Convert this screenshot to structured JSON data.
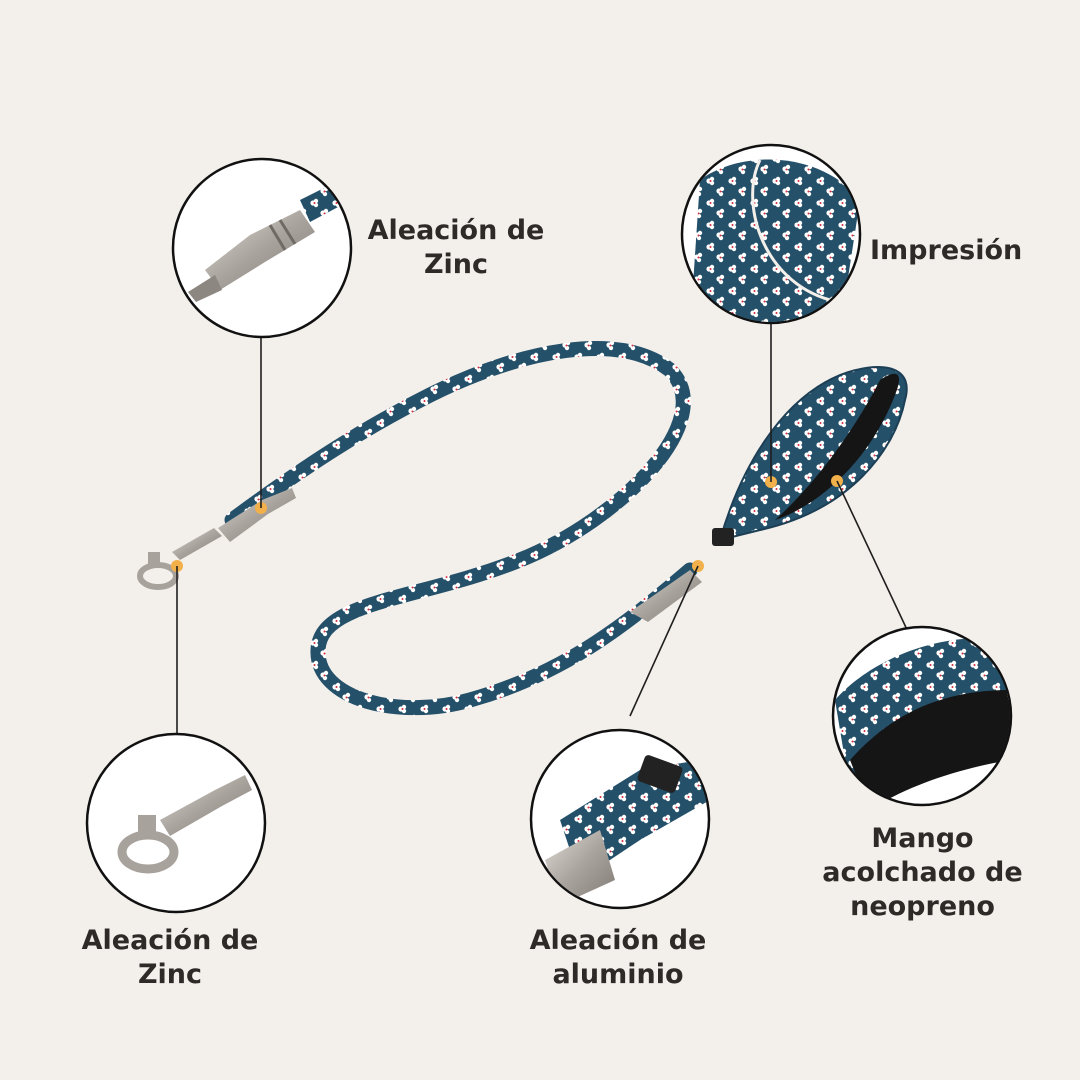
{
  "callouts": {
    "top_left": {
      "line1": "Aleación de",
      "line2": "Zinc"
    },
    "top_right": {
      "line1": "Impresión"
    },
    "bottom_left": {
      "line1": "Aleación de",
      "line2": "Zinc"
    },
    "bottom_mid": {
      "line1": "Aleación de",
      "line2": "aluminio"
    },
    "bottom_right": {
      "line1": "Mango",
      "line2": "acolchado de",
      "line3": "neopreno"
    }
  },
  "colors": {
    "background": "#f3efea",
    "leash_fabric": "#24506a",
    "flower": "#ffffff",
    "flower_center": "#d8283a",
    "metal": "#b9b3ad",
    "dot": "#f2b04a",
    "neoprene": "#151515",
    "text": "#2e2a28"
  }
}
